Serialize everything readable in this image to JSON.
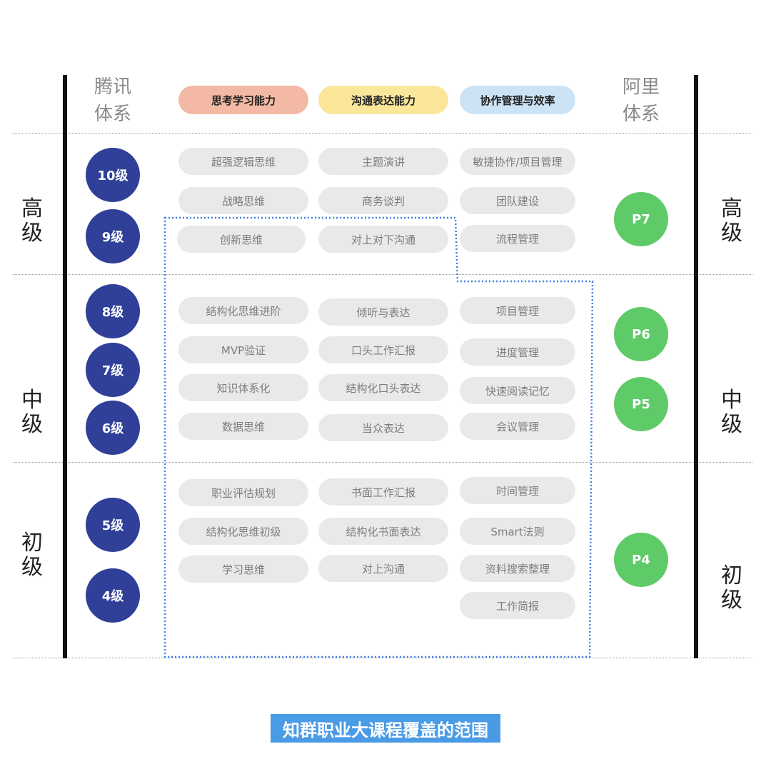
{
  "tencent": {
    "line1": "腾讯",
    "line2": "体系"
  },
  "ali": {
    "line1": "阿里",
    "line2": "体系"
  },
  "headers": [
    "思考学习能力",
    "沟通表达能力",
    "协作管理与效率"
  ],
  "tiers": [
    "高级",
    "中级",
    "初级"
  ],
  "tencent_levels": [
    "10级",
    "9级",
    "8级",
    "7级",
    "6级",
    "5级",
    "4级"
  ],
  "ali_levels": [
    "P7",
    "P6",
    "P5",
    "P4"
  ],
  "skills": {
    "col1": [
      "超强逻辑思维",
      "战略思维",
      "创新思维",
      "结构化思维进阶",
      "MVP验证",
      "知识体系化",
      "数据思维",
      "职业评估规划",
      "结构化思维初级",
      "学习思维"
    ],
    "col2": [
      "主题演讲",
      "商务谈判",
      "对上对下沟通",
      "倾听与表达",
      "口头工作汇报",
      "结构化口头表达",
      "当众表达",
      "书面工作汇报",
      "结构化书面表达",
      "对上沟通"
    ],
    "col3": [
      "敏捷协作/项目管理",
      "团队建设",
      "流程管理",
      "项目管理",
      "进度管理",
      "快速阅读记忆",
      "会议管理",
      "时间管理",
      "Smart法则",
      "资料搜索整理",
      "工作简报"
    ]
  },
  "caption": "知群职业大课程覆盖的范围",
  "colors": {
    "header1": "#f4b9a5",
    "header2": "#fbe79a",
    "header3": "#cce3f6",
    "navy": "#303f97",
    "green": "#5fcb68",
    "caption_bg": "#4a9be6",
    "coverage_border": "#3d7ee6"
  }
}
